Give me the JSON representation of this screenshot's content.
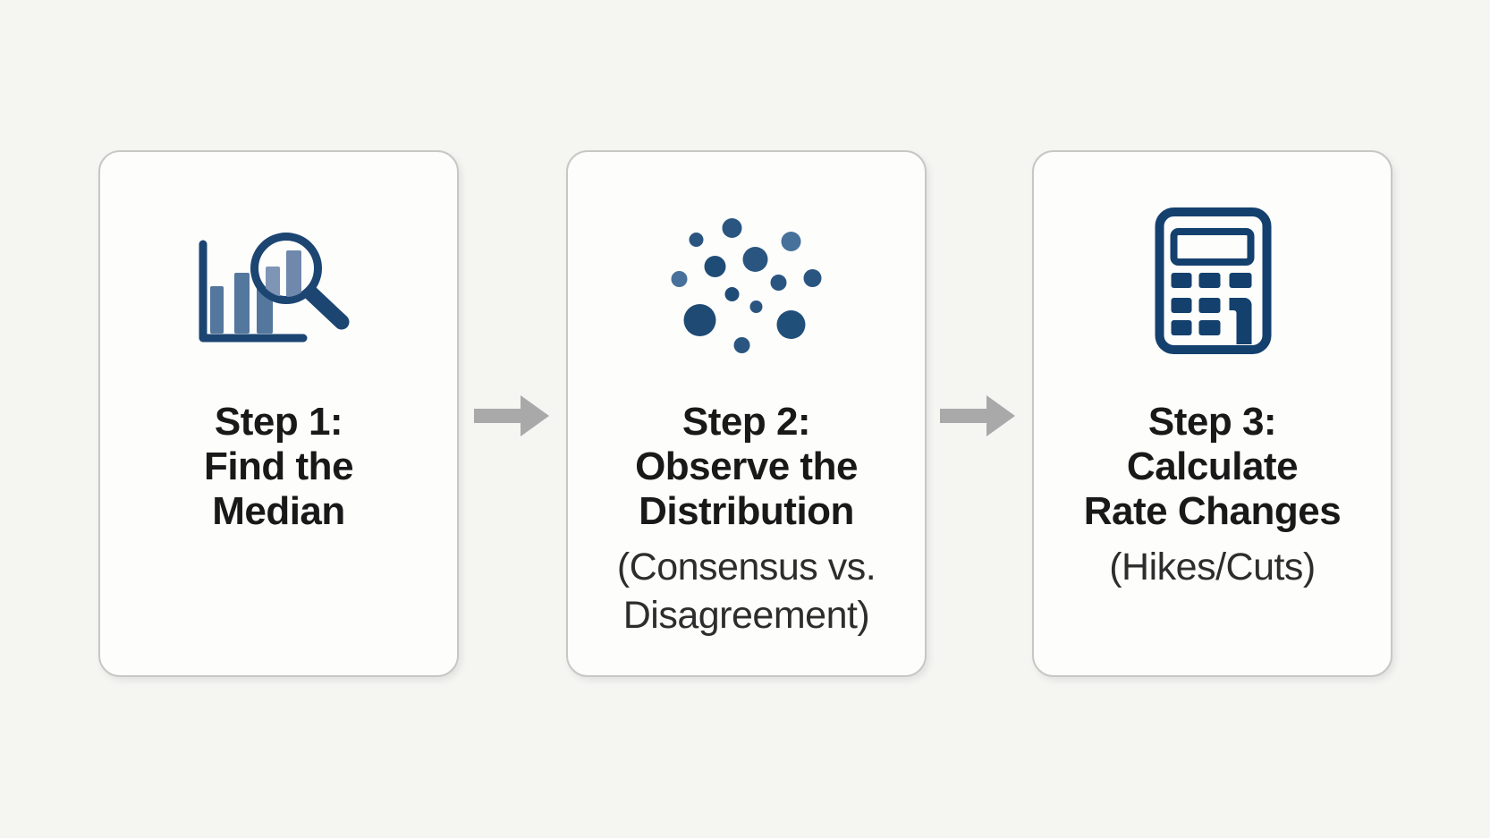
{
  "diagram": {
    "type": "process-flow",
    "background_color": "#f5f5f2",
    "card_color": "#fdfdfb",
    "accent_navy": "#1c4572",
    "accent_slate": "#54779e",
    "arrow_color": "#a9a9a9",
    "steps": [
      {
        "id": 1,
        "icon": "bar-chart-magnifier-icon",
        "title_lines": [
          "Step 1:",
          "Find the",
          "Median"
        ],
        "subtitle_lines": []
      },
      {
        "id": 2,
        "icon": "dot-plot-icon",
        "title_lines": [
          "Step 2:",
          "Observe the",
          "Distribution"
        ],
        "subtitle_lines": [
          "(Consensus vs.",
          "Disagreement)"
        ]
      },
      {
        "id": 3,
        "icon": "calculator-icon",
        "title_lines": [
          "Step 3:",
          "Calculate",
          "Rate Changes"
        ],
        "subtitle_lines": [
          "(Hikes/Cuts)"
        ]
      }
    ],
    "connectors": [
      {
        "from": 1,
        "to": 2,
        "icon": "arrow-right-icon"
      },
      {
        "from": 2,
        "to": 3,
        "icon": "arrow-right-icon"
      }
    ]
  }
}
